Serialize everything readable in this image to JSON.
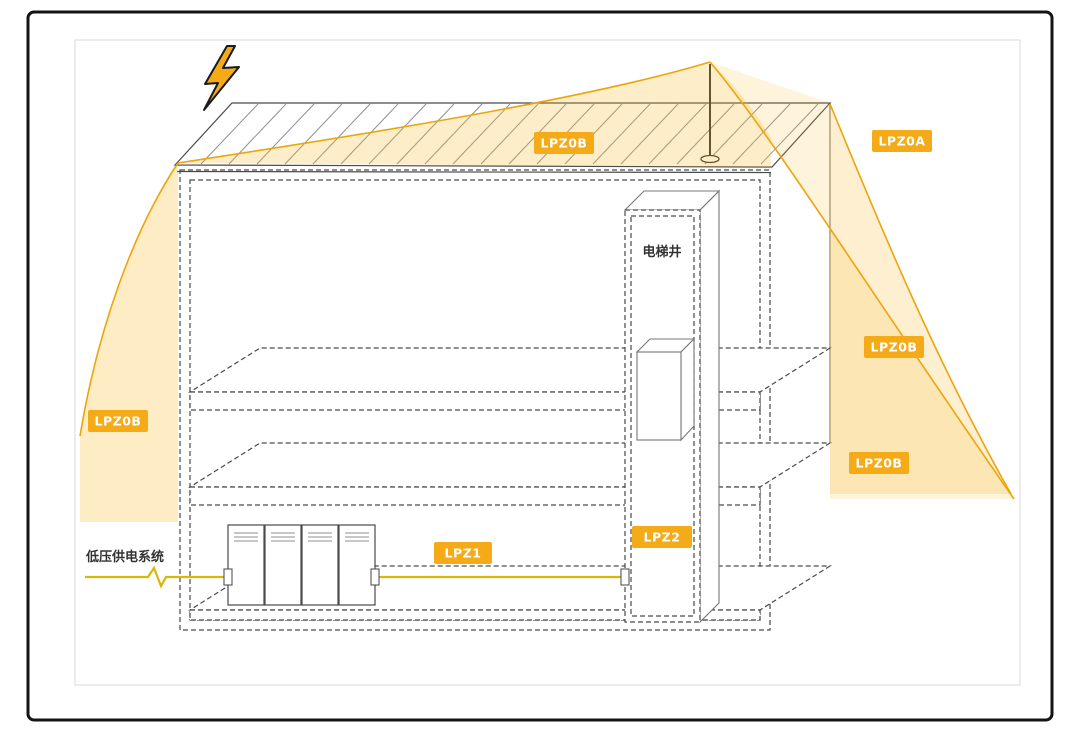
{
  "diagram": {
    "type": "lightning-protection-zone-diagram",
    "labels": {
      "zone_roof": "LPZ0B",
      "zone_outer": "LPZ0A",
      "zone_right_upper": "LPZ0B",
      "zone_right_lower": "LPZ0B",
      "zone_left": "LPZ0B",
      "zone_interior": "LPZ1",
      "zone_elevator": "LPZ2",
      "elevator_shaft": "电梯井",
      "power_system": "低压供电系统"
    },
    "colors": {
      "badge_orange": "#F5AB18",
      "zone_fill": "#F7B824",
      "zone_stroke": "#ECA50C",
      "wire_yellow": "#D9B70A",
      "outline_dark": "#4a4a4a",
      "frame_black": "#141414"
    }
  }
}
